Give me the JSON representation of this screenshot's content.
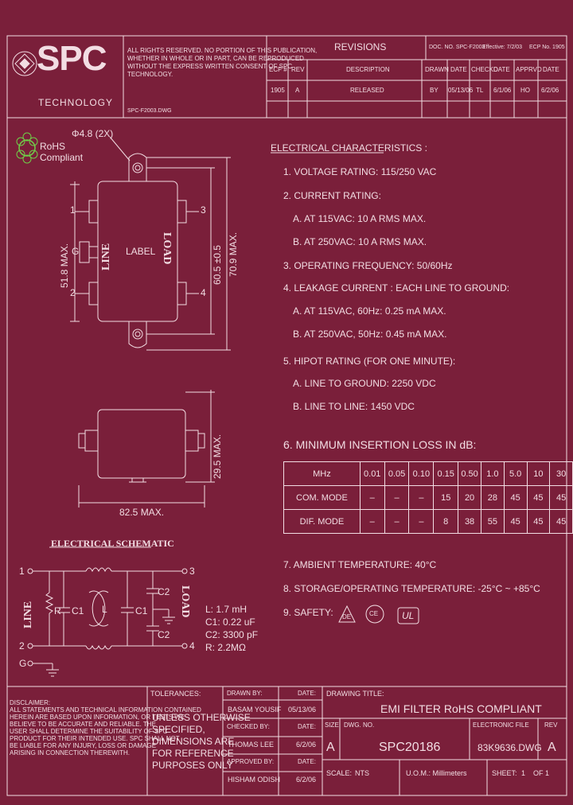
{
  "header": {
    "logo_text": "SPC",
    "logo_sub": "TECHNOLOGY",
    "notice": [
      "ALL RIGHTS RESERVED. NO PORTION OF THIS PUBLICATION,",
      "WHETHER IN WHOLE OR IN PART, CAN BE REPRODUCED",
      "WITHOUT THE EXPRESS WRITTEN CONSENT OF SPC",
      "TECHNOLOGY."
    ],
    "small_code": "SPC-F2003.DWG",
    "revisions_title": "REVISIONS",
    "doc_info": [
      "DOC. NO. SPC-F2003",
      "Effective: 7/2/03",
      "ECP No. 1905"
    ],
    "rev_headers": [
      "ECF #",
      "REV",
      "DESCRIPTION",
      "DRAWN",
      "DATE",
      "CHECKD",
      "DATE",
      "APPRVD",
      "DATE"
    ],
    "rev_row": [
      "1905",
      "A",
      "RELEASED",
      "BY",
      "05/13/06",
      "TL",
      "6/1/06",
      "HO",
      "6/2/06"
    ]
  },
  "rohs": {
    "line1": "RoHS",
    "line2": "Compliant"
  },
  "drawing": {
    "hole_label": "Φ4.8  (2X)",
    "label": "LABEL",
    "line_word": "LINE",
    "load_word": "LOAD",
    "terminals": [
      "1",
      "2",
      "3",
      "4",
      "G"
    ],
    "dim_518": "51.8  MAX.",
    "dim_605": "60.5  ±0.5",
    "dim_709": "70.9  MAX.",
    "dim_295": "29.5  MAX.",
    "dim_825": "82.5  MAX."
  },
  "specs": {
    "title": "ELECTRICAL CHARACTERISTICS :",
    "items": [
      "1.  VOLTAGE RATING: 115/250 VAC",
      "2.  CURRENT RATING:",
      "A.  AT 115VAC: 10 A RMS MAX.",
      "B.  AT 250VAC: 10 A RMS MAX.",
      "3.  OPERATING FREQUENCY: 50/60Hz",
      "4.  LEAKAGE CURRENT :  EACH LINE TO GROUND:",
      "A.  AT 115VAC, 60Hz: 0.25 mA MAX.",
      "B.  AT 250VAC, 50Hz: 0.45 mA MAX.",
      "5.  HIPOT RATING (FOR ONE MINUTE):",
      "A.  LINE TO GROUND: 2250 VDC",
      "B.  LINE TO LINE: 1450 VDC",
      "6.  MINIMUM  INSERTION  LOSS  IN dB:",
      "7.  AMBIENT TEMPERATURE: 40°C",
      "8.  STORAGE/OPERATING TEMPERATURE:  -25°C ~ +85°C",
      "9.  SAFETY:"
    ],
    "safety_mark1": "DE",
    "safety_mark2": "CE",
    "safety_mark3": "UL"
  },
  "loss_table": {
    "header": [
      "MHz",
      "0.01",
      "0.05",
      "0.10",
      "0.15",
      "0.50",
      "1.0",
      "5.0",
      "10",
      "30"
    ],
    "rows": [
      [
        "COM. MODE",
        "–",
        "–",
        "–",
        "15",
        "20",
        "28",
        "45",
        "45",
        "45"
      ],
      [
        "DIF. MODE",
        "–",
        "–",
        "–",
        "8",
        "38",
        "55",
        "45",
        "45",
        "45"
      ]
    ]
  },
  "schematic": {
    "title": "ELECTRICAL SCHEMATIC",
    "line_word": "LINE",
    "load_word": "LOAD",
    "nodes": [
      "1",
      "2",
      "G",
      "3",
      "4"
    ],
    "labels": {
      "r": "R",
      "c1a": "C1",
      "l": "L",
      "c1b": "C1",
      "c2a": "C2",
      "c2b": "C2"
    },
    "values": [
      "L: 1.7 mH",
      "C1: 0.22 uF",
      "C2: 3300 pF",
      "R: 2.2MΩ"
    ]
  },
  "title_block": {
    "disclaimer": [
      "DISCLAIMER:",
      "ALL STATEMENTS AND TECHNICAL INFORMATION CONTAINED",
      "HEREIN ARE BASED UPON INFORMATION, OR TESTS WE",
      "BELIEVE TO BE ACCURATE AND RELIABLE. THE",
      "USER SHALL DETERMINE THE SUITABILITY OF SPC",
      "PRODUCT FOR THEIR INTENDED USE. SPC SHALL NOT",
      "BE LIABLE FOR ANY INJURY, LOSS OR DAMAGE",
      "ARISING IN CONNECTION THEREWITH."
    ],
    "tolerances_label": "TOLERANCES:",
    "tolerances": [
      "UNLESS  OTHERWISE",
      "SPECIFIED,",
      "DIMENSIONS  ARE",
      "FOR  REFERENCE",
      "PURPOSES  ONLY"
    ],
    "drawn_by_label": "DRAWN BY:",
    "date_label": "DATE:",
    "drawn_by": "BASAM YOUSIF",
    "drawn_date": "05/13/06",
    "checked_label": "CHECKED BY:",
    "checked_by": "THOMAS LEE",
    "checked_date": "6/2/06",
    "approved_label": "APPROVED BY:",
    "approved_by": "HISHAM ODISH",
    "approved_date": "6/2/06",
    "drawing_title_label": "DRAWING TITLE:",
    "drawing_title": "EMI FILTER RoHS COMPLIANT",
    "size_label": "SIZE",
    "size": "A",
    "dwg_label": "DWG. NO.",
    "dwg_no": "SPC20186",
    "efile_label": "ELECTRONIC FILE",
    "efile": "83K9636.DWG",
    "rev_label": "REV",
    "rev": "A",
    "scale_label": "SCALE:",
    "scale": "NTS",
    "uom": "U.O.M.: Millimeters",
    "sheet_label": "SHEET:",
    "sheet": "1",
    "of_label": "OF  1"
  }
}
